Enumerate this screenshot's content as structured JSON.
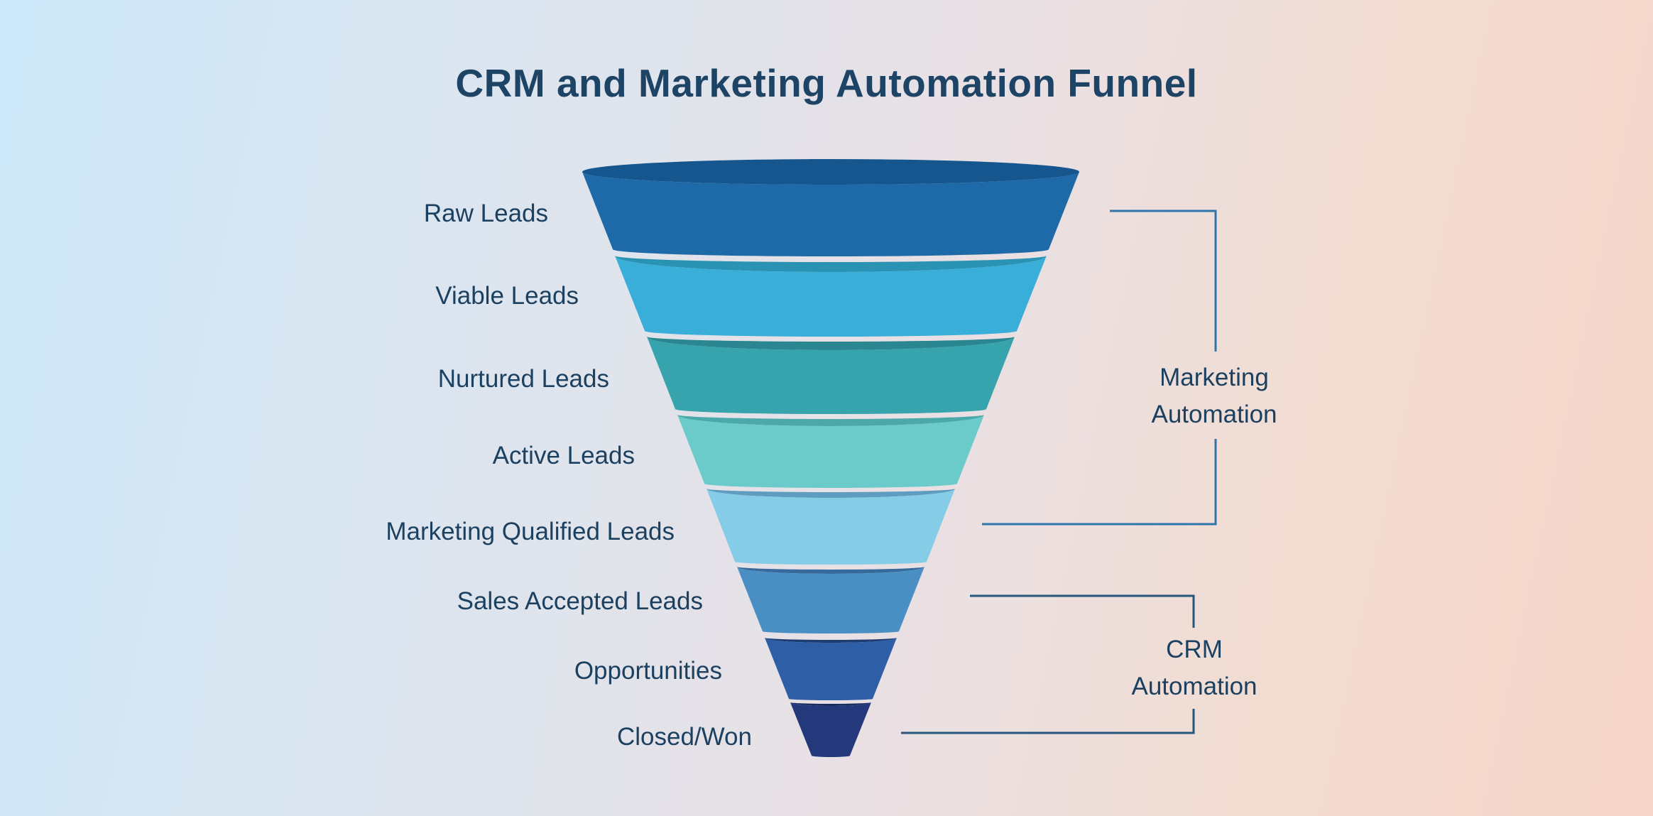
{
  "title": "CRM and Marketing Automation Funnel",
  "funnel": {
    "stages": [
      {
        "label": "Raw Leads",
        "body_color": "#1e6aa9",
        "rim_color": "#15568e"
      },
      {
        "label": "Viable Leads",
        "body_color": "#39aed9",
        "rim_color": "#2a93b4"
      },
      {
        "label": "Nurtured Leads",
        "body_color": "#36a3ad",
        "rim_color": "#2a8691"
      },
      {
        "label": "Active Leads",
        "body_color": "#6bcbca",
        "rim_color": "#4ba9a9"
      },
      {
        "label": "Marketing Qualified Leads",
        "body_color": "#85cce7",
        "rim_color": "#5e9dbf"
      },
      {
        "label": "Sales Accepted Leads",
        "body_color": "#4a8fc4",
        "rim_color": "#376a9c"
      },
      {
        "label": "Opportunities",
        "body_color": "#2e5ea6",
        "rim_color": "#1d3d72"
      },
      {
        "label": "Closed/Won",
        "body_color": "#24397c",
        "rim_color": "#1b2d5e"
      }
    ]
  },
  "brackets": {
    "marketing": {
      "line1": "Marketing",
      "line2": "Automation",
      "color": "#2e75ad"
    },
    "crm": {
      "line1": "CRM",
      "line2": "Automation",
      "color": "#24567e"
    }
  },
  "colors": {
    "title_text": "#1d4365",
    "label_text": "#1c4160",
    "background_left": "#cbe7f8",
    "background_right": "#f6d4c8"
  }
}
